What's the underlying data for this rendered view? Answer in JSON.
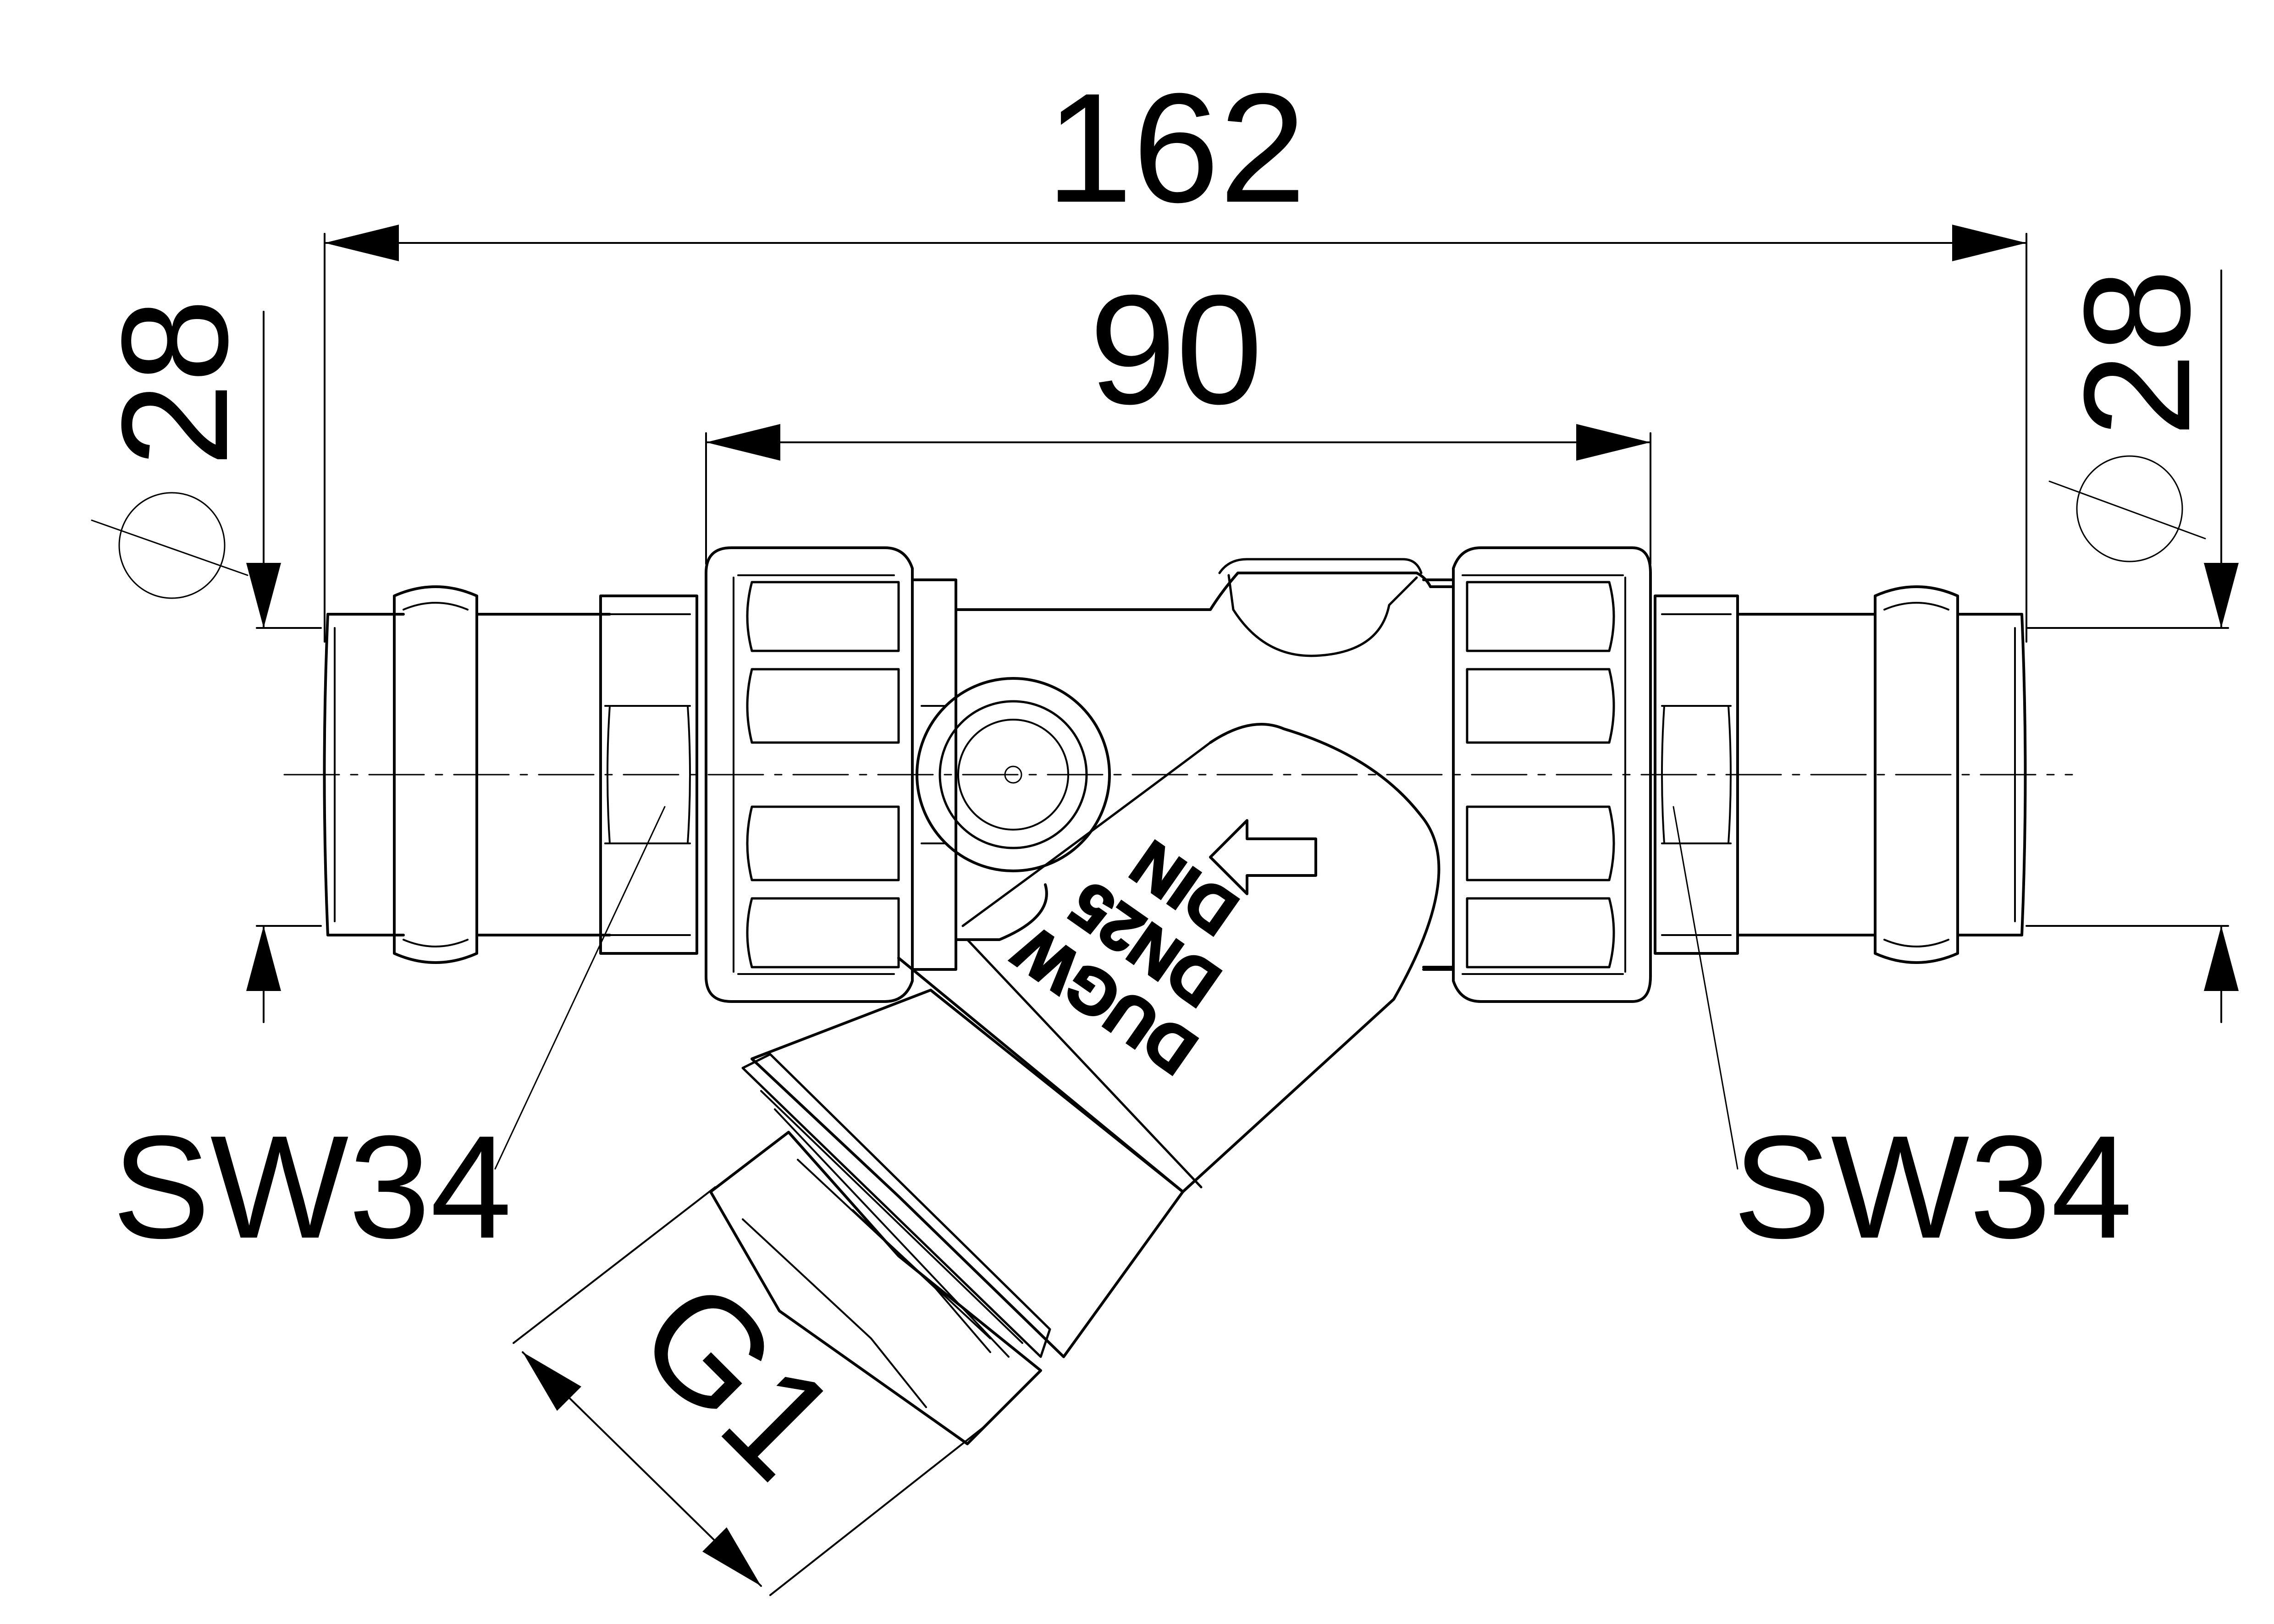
{
  "dimensions": {
    "overall_length": "162",
    "body_length": "90",
    "pipe_dia_left": "28",
    "pipe_dia_right": "28",
    "wrench_left": "SW34",
    "wrench_right": "SW34",
    "plug_thread": "G1"
  },
  "body_marking": {
    "line1": "DUGW",
    "line2": "DN25",
    "line3": "DIN"
  },
  "symbols": {
    "diameter": "diameter-symbol",
    "flow_arrow": "flow-direction-arrow"
  },
  "colors": {
    "line": "#000000",
    "background": "#ffffff"
  }
}
